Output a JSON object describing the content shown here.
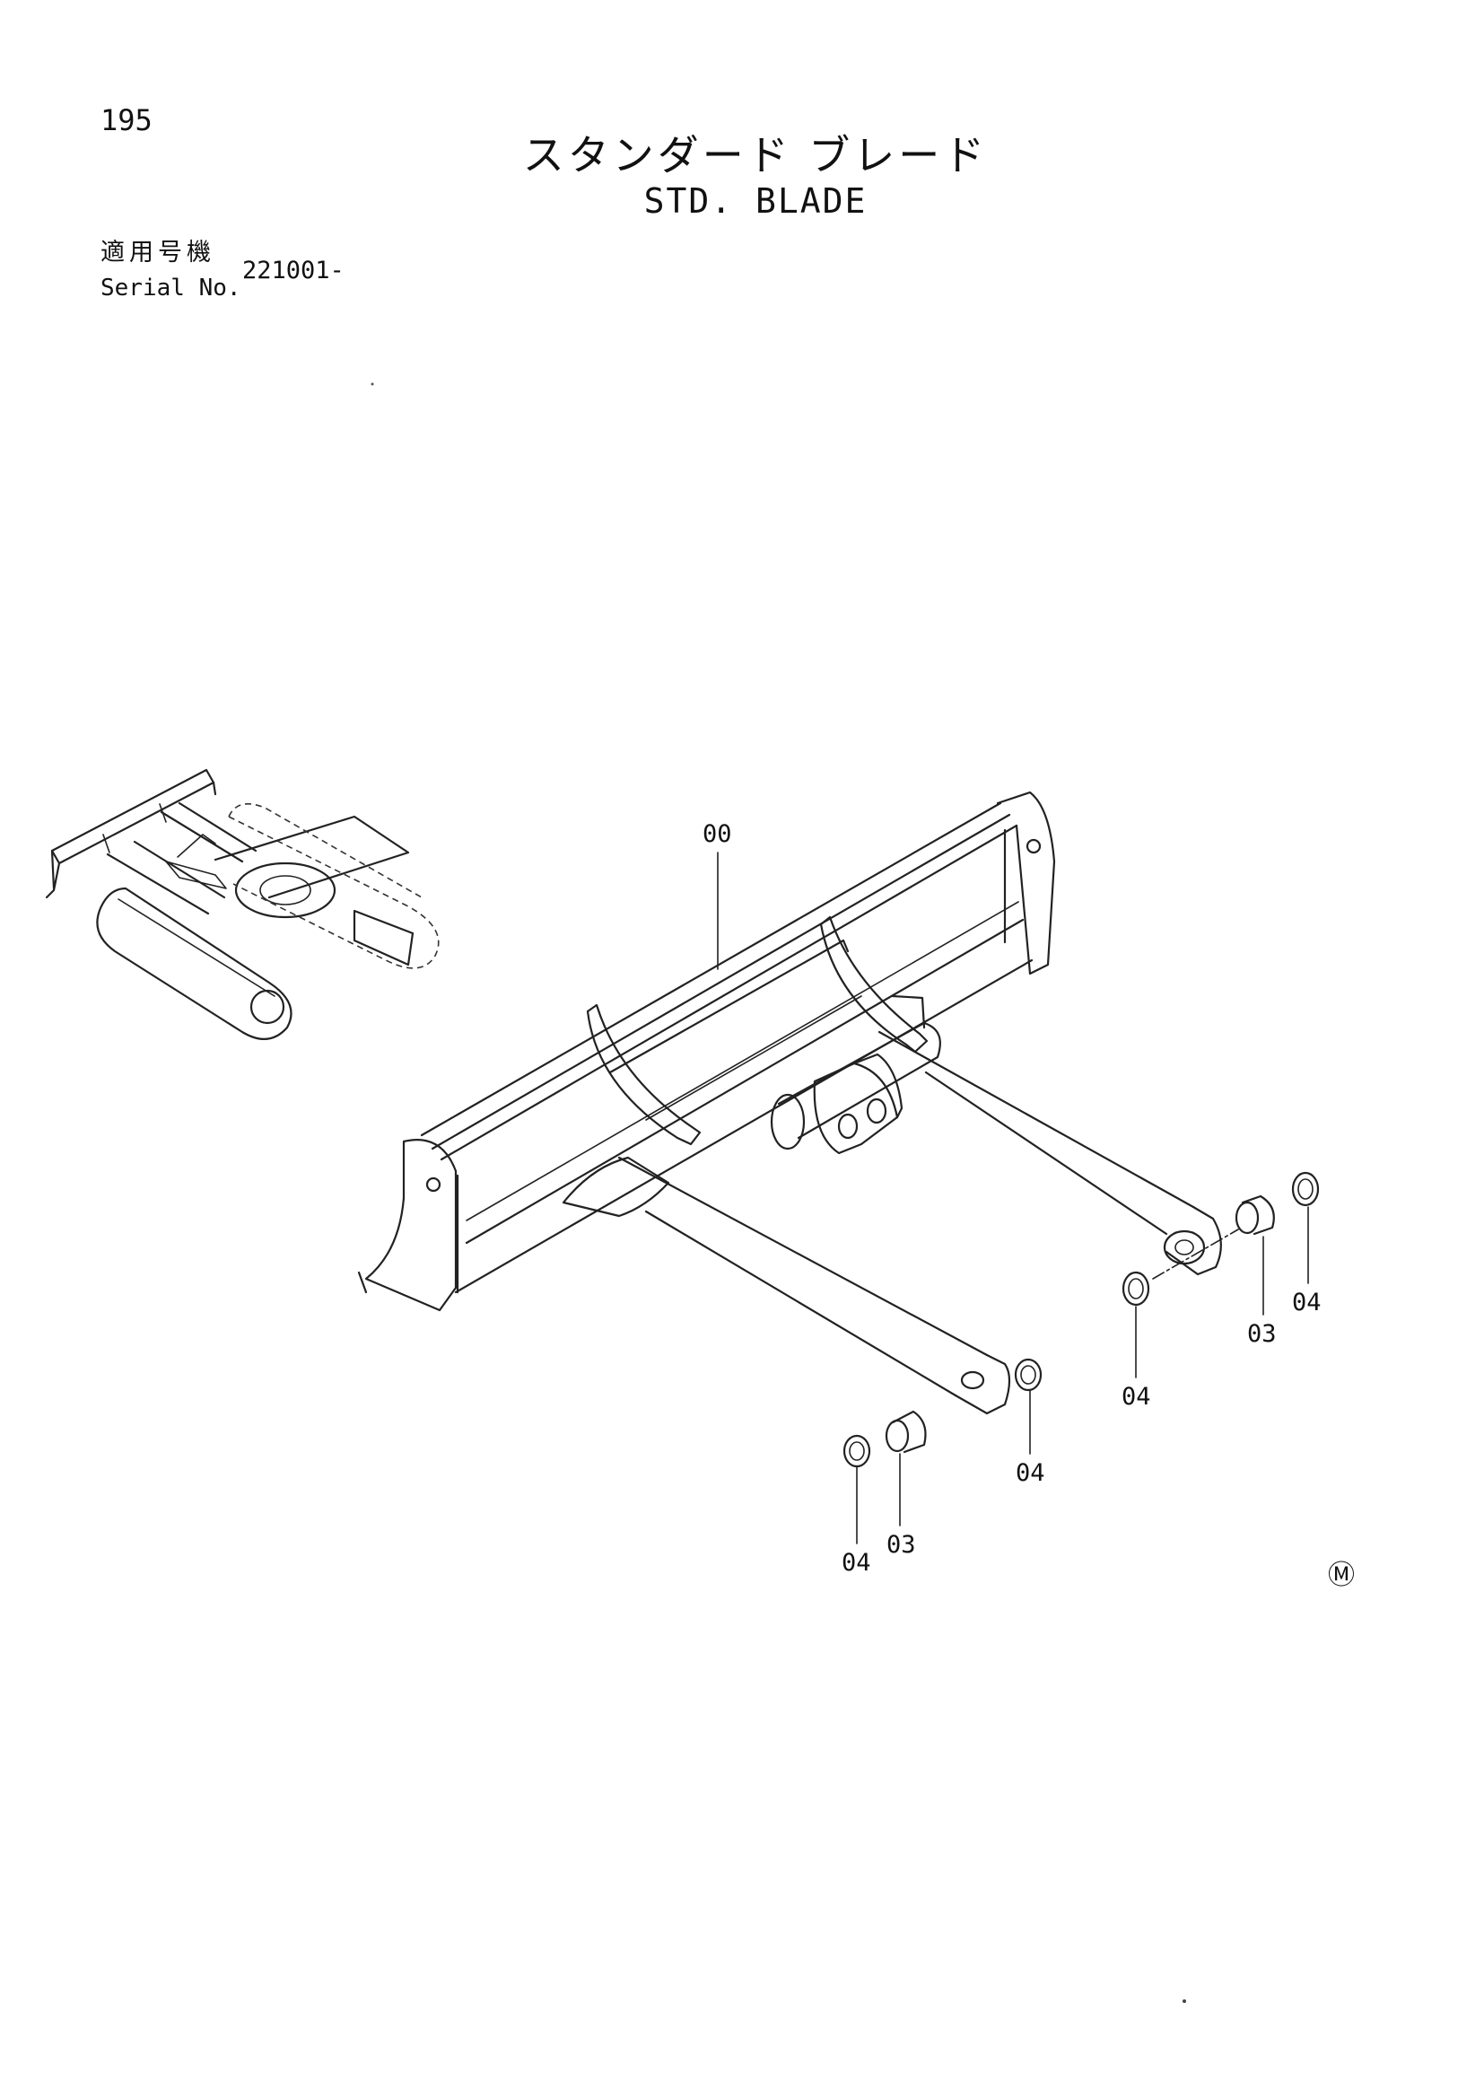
{
  "page": {
    "number": "195"
  },
  "title": {
    "japanese": "スタンダード ブレード",
    "english": "STD. BLADE"
  },
  "serial": {
    "label_jp": "適用号機",
    "label_en": "Serial No.",
    "value": "221001-"
  },
  "callouts": {
    "blade": "00",
    "right_bush": "03",
    "right_ring_outer": "04",
    "right_ring_inner": "04",
    "left_ring_outer": "04",
    "left_bush": "03",
    "left_ring_inner": "04"
  },
  "mark": {
    "symbol": "Ⓜ"
  }
}
